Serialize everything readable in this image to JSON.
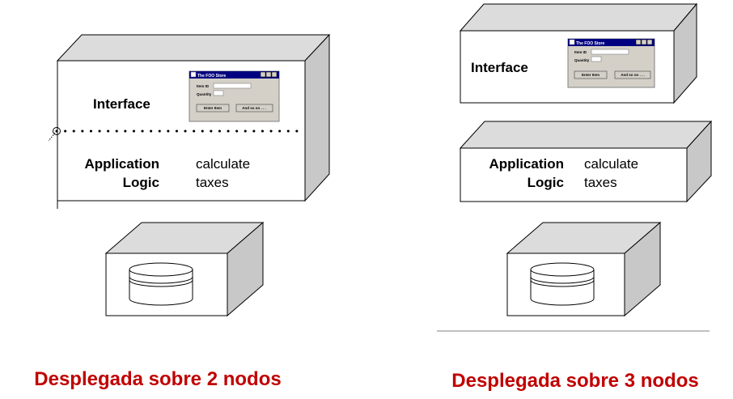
{
  "left_deployment": {
    "interface_label": "Interface",
    "app_logic_line1": "Application",
    "app_logic_line2": "Logic",
    "task_line1": "calculate",
    "task_line2": "taxes",
    "caption": "Desplegada sobre 2 nodos"
  },
  "right_deployment": {
    "interface_label": "Interface",
    "app_logic_line1": "Application",
    "app_logic_line2": "Logic",
    "task_line1": "calculate",
    "task_line2": "taxes",
    "caption": "Desplegada sobre 3 nodos"
  },
  "mini_window": {
    "title": "The FOO Store",
    "field1_label": "Item ID",
    "field2_label": "Quantity",
    "button1": "Enter Item",
    "button2": "And so on . . ."
  },
  "colors": {
    "node_face": "#ffffff",
    "node_side": "#c8c8c8",
    "node_top": "#dcdcdc",
    "caption": "#c00000",
    "window_title_bar": "#000080"
  }
}
